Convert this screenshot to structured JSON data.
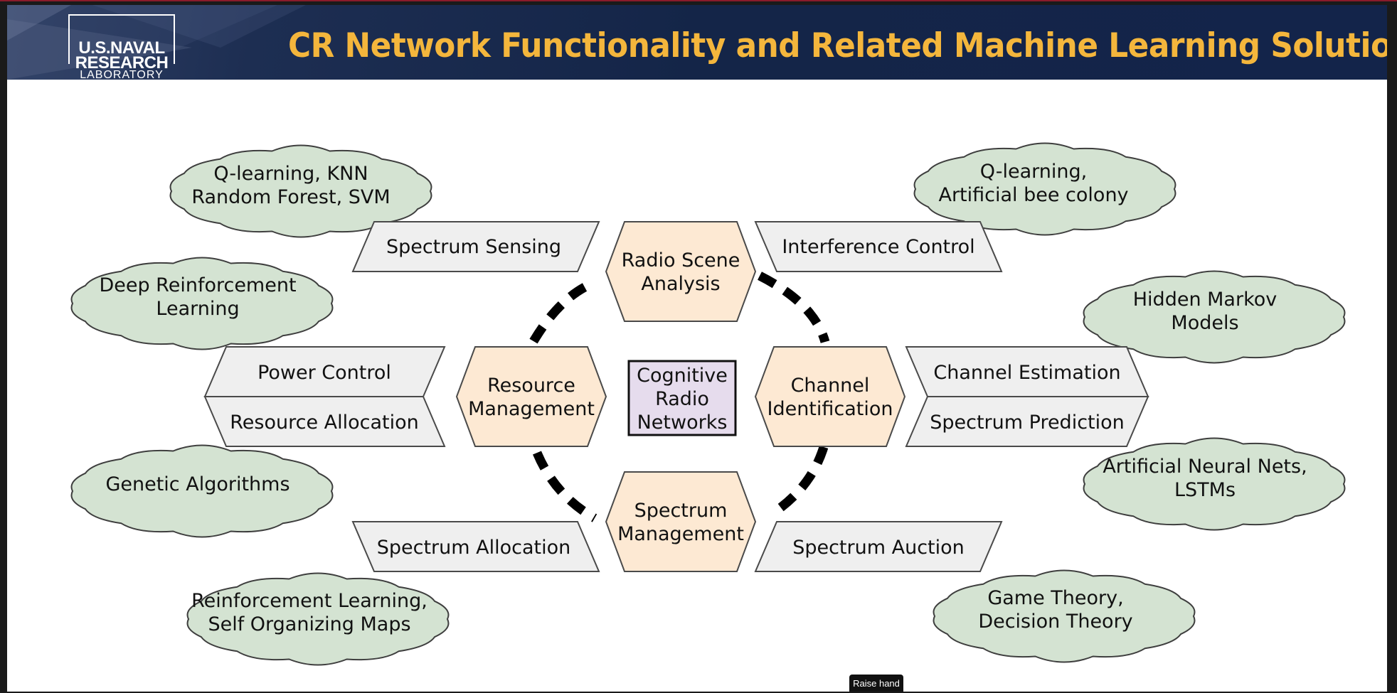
{
  "title": "CR Network Functionality and Related Machine Learning Solutions",
  "logo": {
    "line1": "U.S.NAVAL",
    "line2": "RESEARCH",
    "line3": "LABORATORY"
  },
  "colors": {
    "header_bg": "#142548",
    "title": "#f4b63c",
    "hexagon_fill": "#fde9d3",
    "center_fill": "#e6dced",
    "parallelogram_fill": "#efefef",
    "cloud_fill": "#d4e3d2"
  },
  "center": {
    "lines": [
      "Cognitive",
      "Radio",
      "Networks"
    ]
  },
  "hexagons": {
    "top": [
      "Radio Scene",
      "Analysis"
    ],
    "left": [
      "Resource",
      "Management"
    ],
    "right": [
      "Channel",
      "Identification"
    ],
    "bottom": [
      "Spectrum",
      "Management"
    ]
  },
  "functions": {
    "spectrum_sensing": "Spectrum Sensing",
    "interference_control": "Interference Control",
    "power_control": "Power Control",
    "resource_allocation": "Resource Allocation",
    "channel_estimation": "Channel Estimation",
    "spectrum_prediction": "Spectrum Prediction",
    "spectrum_allocation": "Spectrum Allocation",
    "spectrum_auction": "Spectrum Auction"
  },
  "solutions": {
    "qlearning_knn": [
      "Q-learning, KNN",
      "Random Forest, SVM"
    ],
    "qlearning_bee": [
      "Q-learning,",
      "Artificial bee colony"
    ],
    "deep_rl": [
      "Deep Reinforcement",
      "Learning"
    ],
    "hmm": [
      "Hidden Markov",
      "Models"
    ],
    "genetic": [
      "Genetic Algorithms"
    ],
    "ann_lstm": [
      "Artificial Neural Nets,",
      "LSTMs"
    ],
    "rl_som": [
      "Reinforcement Learning,",
      "Self Organizing Maps"
    ],
    "game_theory": [
      "Game Theory,",
      "Decision Theory"
    ]
  },
  "overlay": {
    "raise_hand": "Raise hand"
  }
}
